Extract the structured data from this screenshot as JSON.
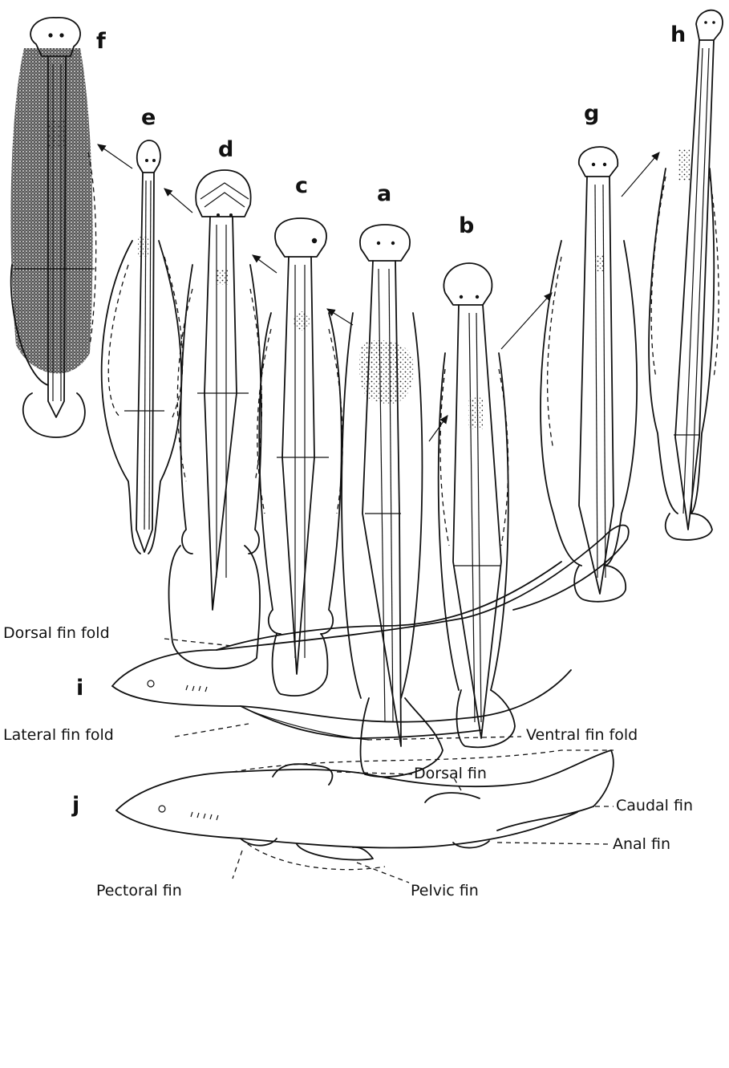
{
  "stages": [
    {
      "id": "a",
      "label": "a"
    },
    {
      "id": "b",
      "label": "b"
    },
    {
      "id": "c",
      "label": "c"
    },
    {
      "id": "d",
      "label": "d"
    },
    {
      "id": "e",
      "label": "e"
    },
    {
      "id": "f",
      "label": "f"
    },
    {
      "id": "g",
      "label": "g"
    },
    {
      "id": "h",
      "label": "h"
    }
  ],
  "adult_i": {
    "label": "i",
    "dorsal_fin_fold": "Dorsal fin fold",
    "lateral_fin_fold": "Lateral fin fold",
    "ventral_fin_fold": "Ventral fin fold"
  },
  "adult_j": {
    "label": "j",
    "dorsal_fin": "Dorsal fin",
    "caudal_fin": "Caudal fin",
    "anal_fin": "Anal fin",
    "pectoral_fin": "Pectoral fin",
    "pelvic_fin": "Pelvic fin"
  }
}
